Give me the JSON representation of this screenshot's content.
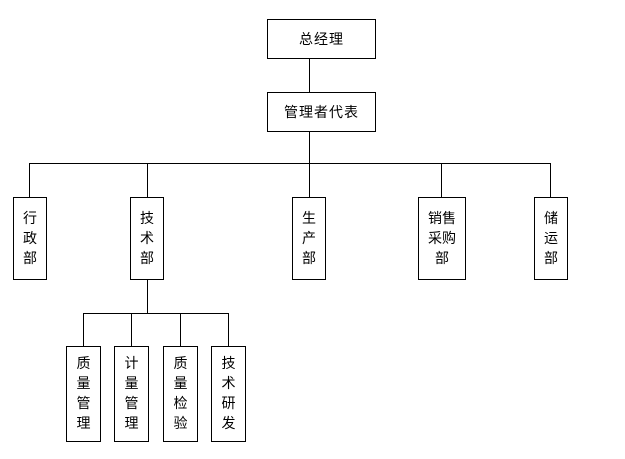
{
  "org_chart": {
    "root": {
      "label": "总经理"
    },
    "representative": {
      "label": "管理者代表"
    },
    "departments": [
      {
        "label": "行政部"
      },
      {
        "label": "技术部"
      },
      {
        "label": "生产部"
      },
      {
        "label": "销售采购部"
      },
      {
        "label": "储运部"
      }
    ],
    "tech_subunits": [
      {
        "label": "质量管理"
      },
      {
        "label": "计量管理"
      },
      {
        "label": "质量检验"
      },
      {
        "label": "技术研发"
      }
    ]
  }
}
